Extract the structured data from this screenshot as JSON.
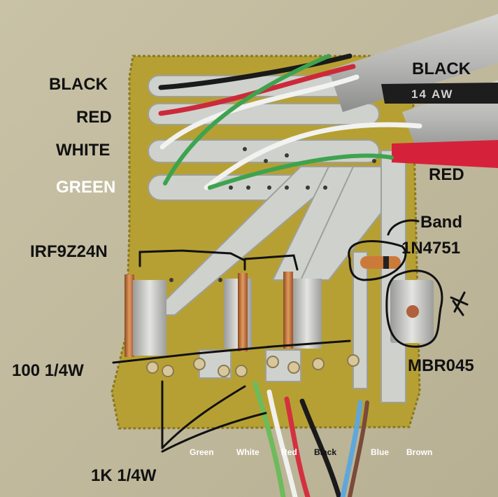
{
  "labels": {
    "left_black": "BLACK",
    "left_red": "RED",
    "left_white": "WHITE",
    "left_green": "GREEN",
    "right_black": "BLACK",
    "right_red": "RED",
    "cable_print": "14 AW",
    "band": "Band",
    "zener": "1N4751",
    "mosfet": "IRF9Z24N",
    "resistor_100": "100 1/4W",
    "schottky": "MBR045",
    "resistor_1k": "1K 1/4W"
  },
  "bottom_wires": [
    "Green",
    "White",
    "Red",
    "Black",
    "Blue",
    "Brown"
  ],
  "colors": {
    "background": "#ffffff",
    "board": "#b9a034",
    "trace": "#cfd1cc",
    "copper": "#c07038",
    "annotation": "#111111"
  }
}
